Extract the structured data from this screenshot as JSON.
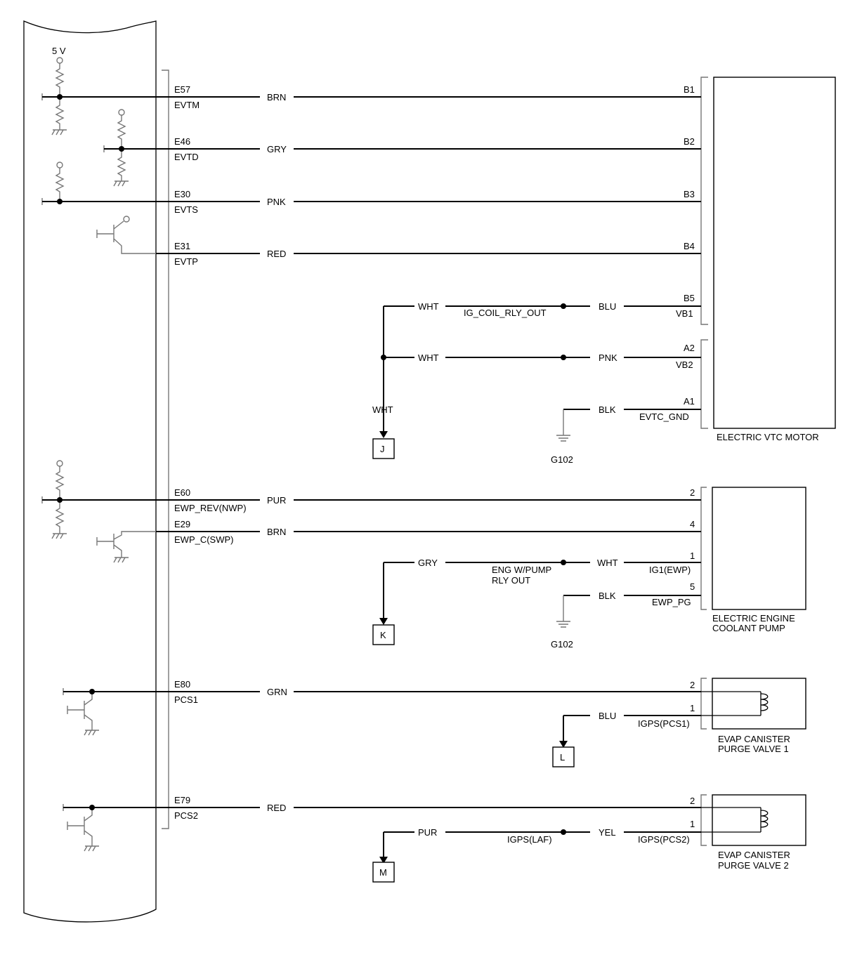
{
  "supply": {
    "label": "5 V"
  },
  "ecm_pins": [
    {
      "pin": "E57",
      "signal": "EVTM",
      "color": "BRN"
    },
    {
      "pin": "E46",
      "signal": "EVTD",
      "color": "GRY"
    },
    {
      "pin": "E30",
      "signal": "EVTS",
      "color": "PNK"
    },
    {
      "pin": "E31",
      "signal": "EVTP",
      "color": "RED"
    },
    {
      "pin": "E60",
      "signal": "EWP_REV(NWP)",
      "color": "PUR"
    },
    {
      "pin": "E29",
      "signal": "EWP_C(SWP)",
      "color": "BRN"
    },
    {
      "pin": "E80",
      "signal": "PCS1",
      "color": "GRN"
    },
    {
      "pin": "E79",
      "signal": "PCS2",
      "color": "RED"
    }
  ],
  "components": {
    "vtc_motor": {
      "label": "ELECTRIC VTC MOTOR",
      "pins": [
        "B1",
        "B2",
        "B3",
        "B4",
        "B5",
        "A2",
        "A1"
      ],
      "terminals": {
        "b5": "VB1",
        "a2": "VB2",
        "a1": "EVTC_GND"
      }
    },
    "coolant_pump": {
      "label_line1": "ELECTRIC ENGINE",
      "label_line2": "COOLANT PUMP",
      "pins": [
        "2",
        "4",
        "1",
        "5"
      ],
      "terminals": {
        "p1": "IG1(EWP)",
        "p5": "EWP_PG"
      }
    },
    "purge_valve_1": {
      "label_line1": "EVAP CANISTER",
      "label_line2": "PURGE VALVE 1",
      "pins": [
        "2",
        "1"
      ],
      "terminal_1": "IGPS(PCS1)"
    },
    "purge_valve_2": {
      "label_line1": "EVAP CANISTER",
      "label_line2": "PURGE VALVE 2",
      "pins": [
        "2",
        "1"
      ],
      "terminal_1": "IGPS(PCS2)"
    }
  },
  "power_feeds": {
    "vb1": {
      "left_color": "WHT",
      "circuit": "IG_COIL_RLY_OUT",
      "right_color": "BLU"
    },
    "vb2": {
      "left_color": "WHT",
      "right_color": "PNK"
    },
    "j_drop_color": "WHT",
    "ewp": {
      "left_color": "GRY",
      "circuit_line1": "ENG W/PUMP",
      "circuit_line2": "RLY OUT",
      "right_color": "WHT"
    },
    "pcs1": {
      "color": "BLU"
    },
    "pcs2": {
      "left_color": "PUR",
      "circuit": "IGPS(LAF)",
      "right_color": "YEL"
    }
  },
  "grounds": [
    {
      "label": "G102",
      "color": "BLK"
    },
    {
      "label": "G102",
      "color": "BLK"
    }
  ],
  "connectors": [
    "J",
    "K",
    "L",
    "M"
  ]
}
